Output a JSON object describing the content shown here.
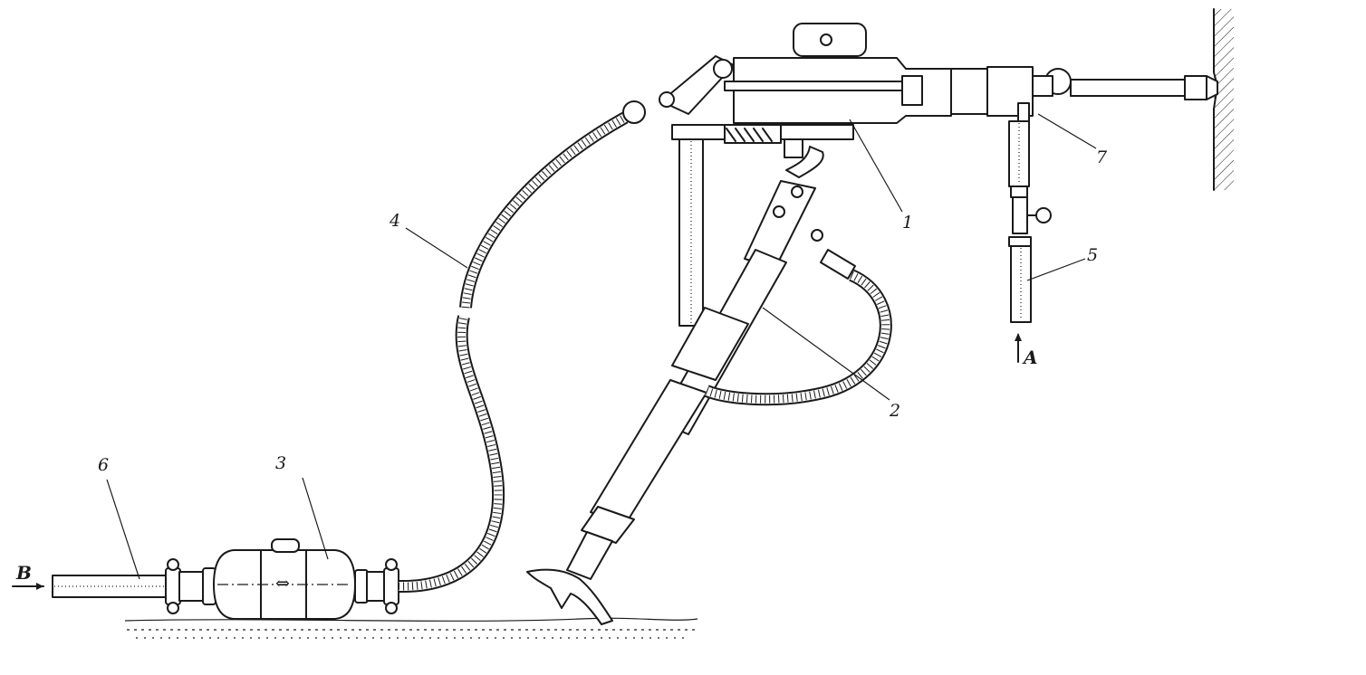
{
  "figure": {
    "labels": {
      "drill": "1",
      "pusher_leg": "2",
      "oiler": "3",
      "air_hose": "4",
      "water_hose": "5",
      "air_main": "6",
      "water_connector": "7"
    },
    "flows": {
      "air_in": "B",
      "water_in": "A"
    },
    "oiler_symbol": "⇔"
  }
}
